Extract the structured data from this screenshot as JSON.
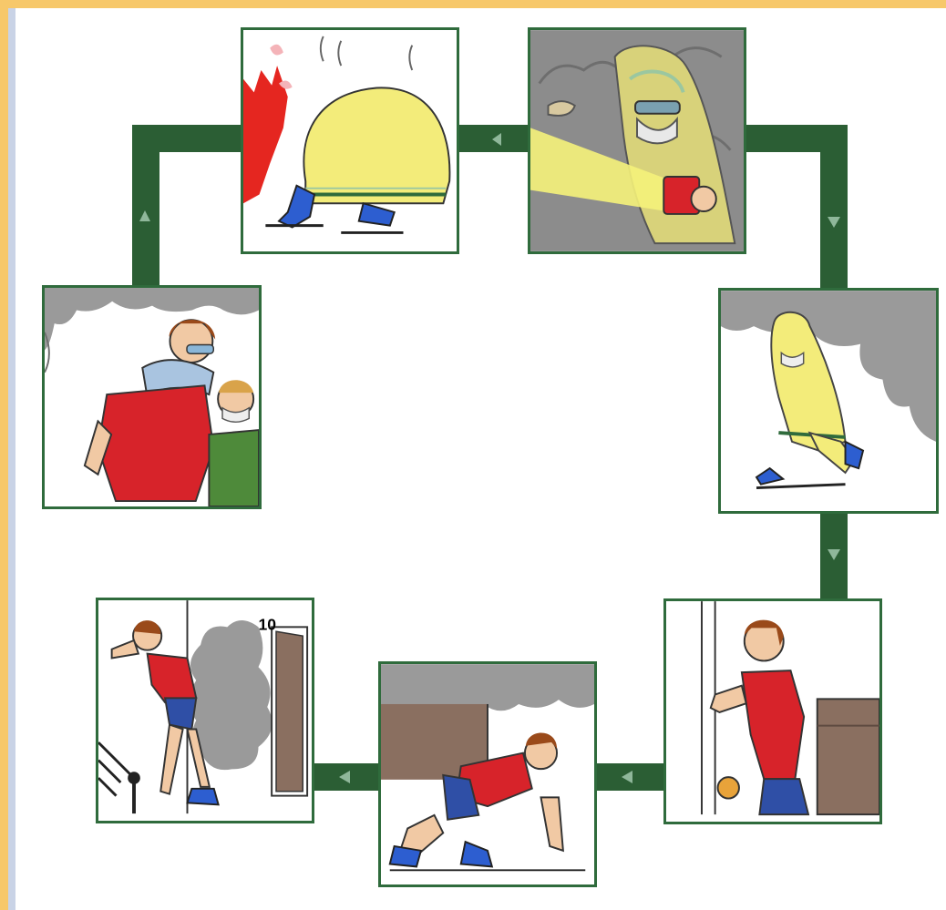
{
  "diagram": {
    "colors": {
      "connector": "#2b5e34",
      "panel_border": "#2f6b3c",
      "arrow": "#8fb79a",
      "smoke": "#9a9a9a",
      "fire": "#e52620",
      "blanket": "#f3ec7a",
      "shirt": "#d7232a",
      "skin": "#f1c9a4",
      "jeans": "#2f4fa6",
      "shoe": "#2d5ed0"
    },
    "panels": [
      {
        "id": "crawl-under-blanket-past-fire",
        "icon": "fire-blanket-scene"
      },
      {
        "id": "shine-flashlight-in-smoke",
        "icon": "flashlight-smoke-scene"
      },
      {
        "id": "walk-covered-through-smoke",
        "icon": "covered-walk-smoke-scene"
      },
      {
        "id": "test-door-with-hand",
        "icon": "feel-door-scene"
      },
      {
        "id": "crawl-low-under-smoke",
        "icon": "crawl-low-scene"
      },
      {
        "id": "exit-to-stairs",
        "icon": "exit-stairs-scene"
      },
      {
        "id": "cover-nose-and-mouth",
        "icon": "cover-mouth-scene"
      }
    ],
    "door_number": "10"
  }
}
